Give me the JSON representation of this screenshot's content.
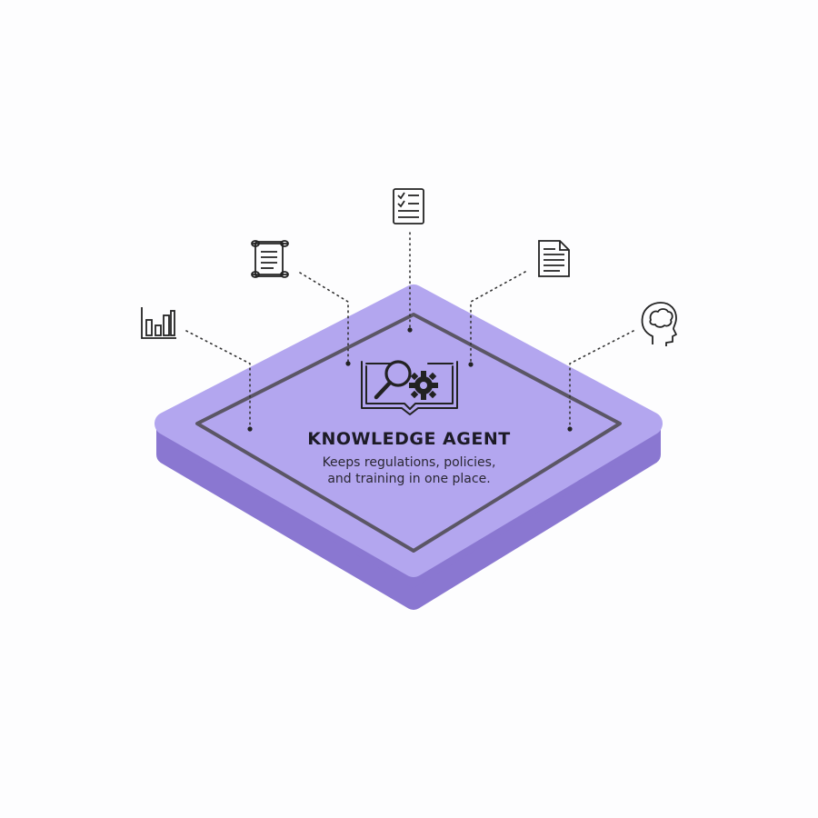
{
  "platform": {
    "title": "KNOWLEDGE AGENT",
    "description_lines": [
      "Keeps regulations, policies,",
      "and training in one place."
    ],
    "colors": {
      "top_face": "#b3a6ef",
      "side_face": "#8a77d1",
      "border": "#5b5665",
      "stroke": "#222222"
    },
    "center_icon": "book-search-gear-icon"
  },
  "satellite_icons": [
    "bar-chart-icon",
    "scroll-icon",
    "checklist-document-icon",
    "text-document-icon",
    "head-brain-icon"
  ]
}
